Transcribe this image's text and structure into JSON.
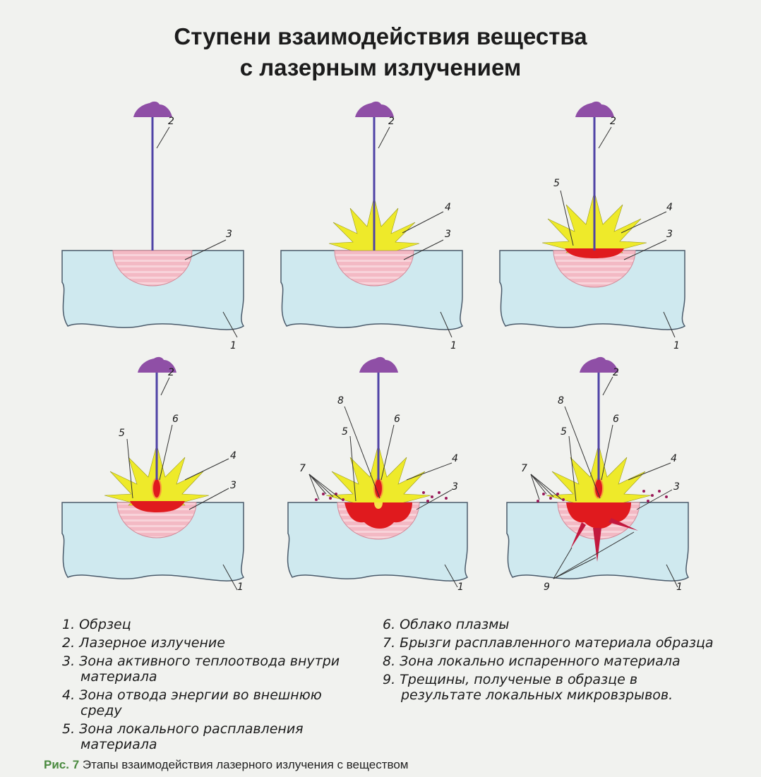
{
  "title": {
    "line1": "Ступени взаимодействия вещества",
    "line2": "с лазерным излучением"
  },
  "labels": {
    "n1": "1",
    "n2": "2",
    "n3": "3",
    "n4": "4",
    "n5": "5",
    "n6": "6",
    "n7": "7",
    "n8": "8",
    "n9": "9"
  },
  "legend_left": [
    "1. Обрзец",
    "2. Лазерное излучение",
    "3. Зона активного теплоотвода внутри материала",
    "4. Зона отвода энергии во внешнюю среду",
    "5. Зона локального расплавления материала"
  ],
  "legend_right": [
    "6. Облако плазмы",
    "7. Брызги расплавленного материала образца",
    "8. Зона локально испаренного материала",
    "9. Трещины, полученые в образце в результате локальных микровзрывов."
  ],
  "caption": {
    "prefix": "Рис. 7",
    "text": " Этапы взаимодействия лазерного излучения с веществом"
  },
  "colors": {
    "sample": "#cfe9ef",
    "heat_zone": "#f3b9c4",
    "flame": "#eeea2a",
    "melt": "#e01a1e",
    "lens": "#8f4fa6",
    "beam": "#4f43a6"
  }
}
